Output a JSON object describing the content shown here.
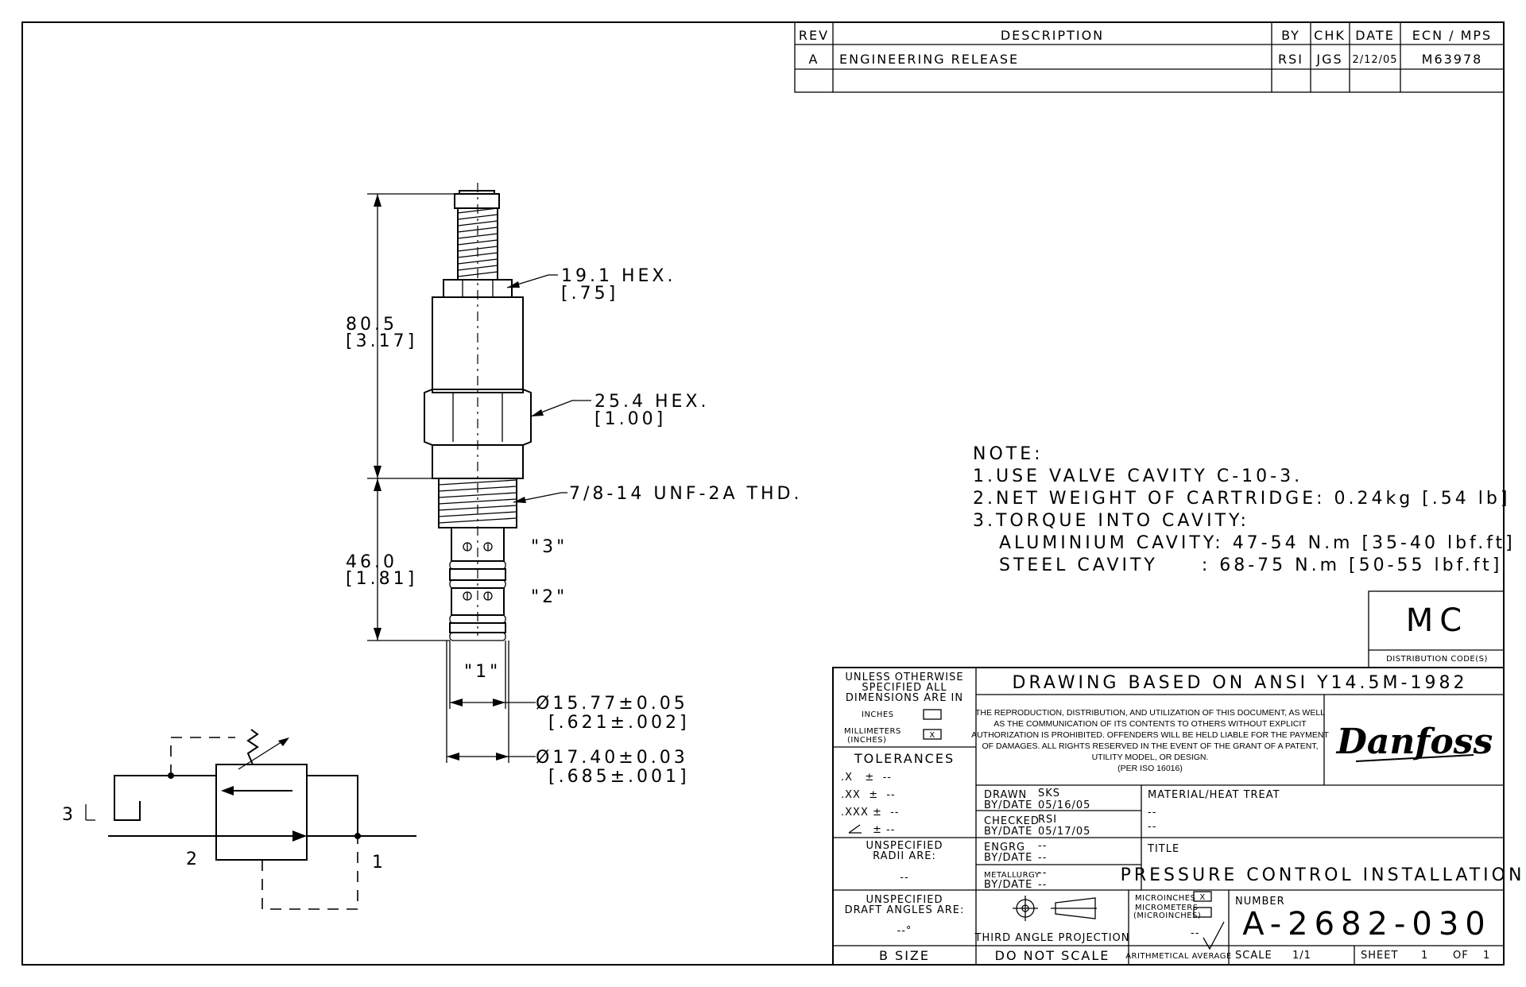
{
  "revision_block": {
    "headers": {
      "rev": "REV",
      "description": "DESCRIPTION",
      "by": "BY",
      "chk": "CHK",
      "date": "DATE",
      "ecn": "ECN / MPS"
    },
    "rows": [
      {
        "rev": "A",
        "description": "ENGINEERING RELEASE",
        "by": "RSI",
        "chk": "JGS",
        "date": "2/12/05",
        "ecn": "M63978"
      }
    ]
  },
  "dimensions": {
    "hex_small": {
      "mm": "19.1 HEX.",
      "in": "[.75]"
    },
    "hex_large": {
      "mm": "25.4 HEX.",
      "in": "[1.00]"
    },
    "thread": "7/8-14 UNF-2A THD.",
    "overall_length": {
      "mm": "80.5",
      "in": "[3.17]"
    },
    "lower_length": {
      "mm": "46.0",
      "in": "[1.81]"
    },
    "port_3": "\"3\"",
    "port_2": "\"2\"",
    "port_1": "\"1\"",
    "dia_1": {
      "mm": "Ø15.77±0.05",
      "in": "[.621±.002]"
    },
    "dia_2": {
      "mm": "Ø17.40±0.03",
      "in": "[.685±.001]"
    }
  },
  "schematic": {
    "port_1": "1",
    "port_2": "2",
    "port_3": "3"
  },
  "notes": {
    "heading": "NOTE:",
    "lines": [
      "1.USE VALVE CAVITY C-10-3.",
      "2.NET WEIGHT OF CARTRIDGE: 0.24kg [.54 lb]",
      "3.TORQUE INTO CAVITY:",
      "   ALUMINIUM CAVITY: 47-54 N.m [35-40 lbf.ft]",
      "   STEEL CAVITY     : 68-75 N.m [50-55 lbf.ft]"
    ]
  },
  "distribution": {
    "code": "MC",
    "label": "DISTRIBUTION CODE(S)"
  },
  "title_block": {
    "unless": "UNLESS OTHERWISE",
    "specified": "SPECIFIED ALL",
    "dims_are_in": "DIMENSIONS ARE IN",
    "inches": "INCHES",
    "millimeters": "MILLIMETERS",
    "inches_paren": "(INCHES)",
    "mm_check": "X",
    "tolerances": "TOLERANCES",
    "tol_x": ".X   ±  --",
    "tol_xx": ".XX  ±  --",
    "tol_xxx": ".XXX ±  --",
    "tol_angle": "±  --",
    "radii_1": "UNSPECIFIED",
    "radii_2": "RADII ARE:",
    "radii_val": "--",
    "draft_1": "UNSPECIFIED",
    "draft_2": "DRAFT ANGLES ARE:",
    "draft_val": "--°",
    "size": "B SIZE",
    "ansi": "DRAWING BASED ON ANSI Y14.5M-1982",
    "legal": [
      "THE REPRODUCTION, DISTRIBUTION, AND UTILIZATION OF THIS DOCUMENT, AS WELL",
      "AS THE COMMUNICATION OF ITS CONTENTS TO OTHERS WITHOUT EXPLICIT",
      "AUTHORIZATION IS PROHIBITED. OFFENDERS WILL BE HELD LIABLE FOR THE PAYMENT",
      "OF DAMAGES.  ALL RIGHTS RESERVED IN THE EVENT OF THE GRANT OF A PATENT,",
      "UTILITY MODEL, OR DESIGN.",
      "(PER ISO 16016)"
    ],
    "logo": "Danfoss",
    "drawn_label": "DRAWN",
    "drawn_by": "SKS",
    "bydate_label": "BY/DATE",
    "drawn_date": "05/16/05",
    "checked_label": "CHECKED",
    "checked_by": "RSI",
    "checked_date": "05/17/05",
    "engrg_label": "ENGRG",
    "engrg_val": "--",
    "engrg_date": "--",
    "metallurgy_label": "METALLURGY",
    "metallurgy_val": "--",
    "metallurgy_date": "--",
    "material_label": "MATERIAL/HEAT TREAT",
    "material_val1": "--",
    "material_val2": "--",
    "title_label": "TITLE",
    "title": "PRESSURE CONTROL INSTALLATION",
    "projection": "THIRD ANGLE PROJECTION",
    "do_not_scale": "DO NOT SCALE",
    "microinches": "MICROINCHES",
    "micro_check": "X",
    "micrometers": "MICROMETERS",
    "micro_paren": "(MICROINCHES)",
    "surface_val": "--",
    "arith": "ARITHMETICAL AVERAGE",
    "number_label": "NUMBER",
    "number": "A-2682-030",
    "scale_label": "SCALE",
    "scale": "1/1",
    "sheet_label": "SHEET",
    "sheet": "1",
    "of_label": "OF",
    "of": "1"
  }
}
